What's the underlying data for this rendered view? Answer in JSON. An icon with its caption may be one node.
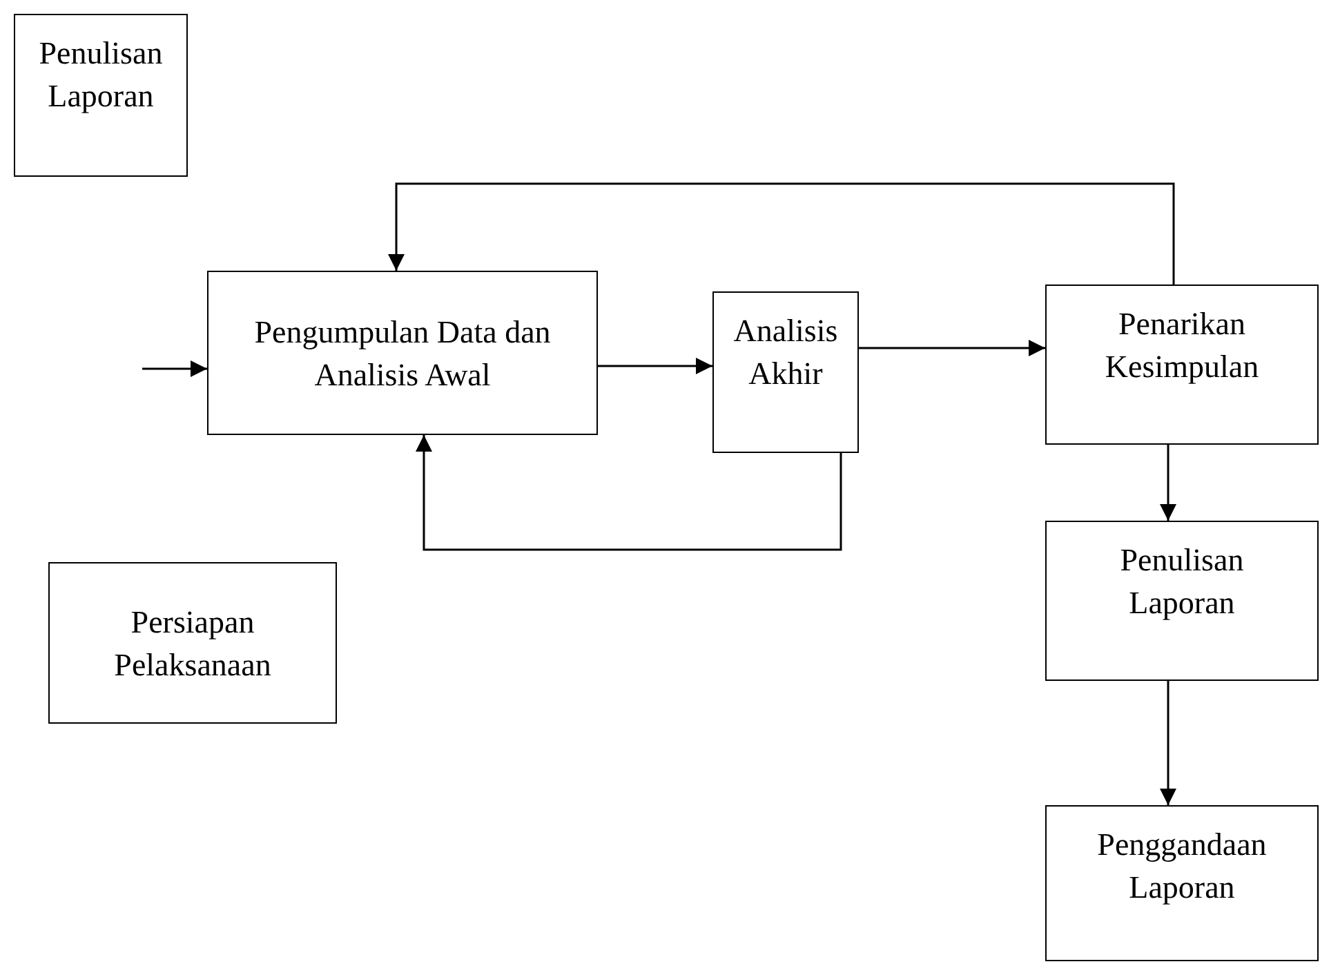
{
  "diagram": {
    "nodes": [
      {
        "text": [
          "Penulisan Laporan"
        ]
      },
      {
        "text": [
          "Pengumpulan Data dan Analisis Awal"
        ]
      },
      {
        "text": [
          "Analisis Akhir"
        ]
      },
      {
        "text": [
          "Penarikan Kesimpulan"
        ]
      },
      {
        "text": [
          "Persiapan Pelaksanaan"
        ]
      },
      {
        "text": [
          "Penulisan Laporan"
        ]
      },
      {
        "text": [
          "Penggandaan Laporan"
        ]
      }
    ],
    "edges": [
      {
        "from": null,
        "to": 1,
        "arrow": "to"
      },
      {
        "from": 1,
        "to": 2,
        "arrow": "to"
      },
      {
        "from": 2,
        "to": 3,
        "arrow": "to"
      },
      {
        "from": 3,
        "to": 1,
        "arrow": "to"
      },
      {
        "from": 2,
        "to": 1,
        "arrow": "to"
      },
      {
        "from": 3,
        "to": 5,
        "arrow": "to"
      },
      {
        "from": 5,
        "to": 6,
        "arrow": "to"
      }
    ]
  }
}
